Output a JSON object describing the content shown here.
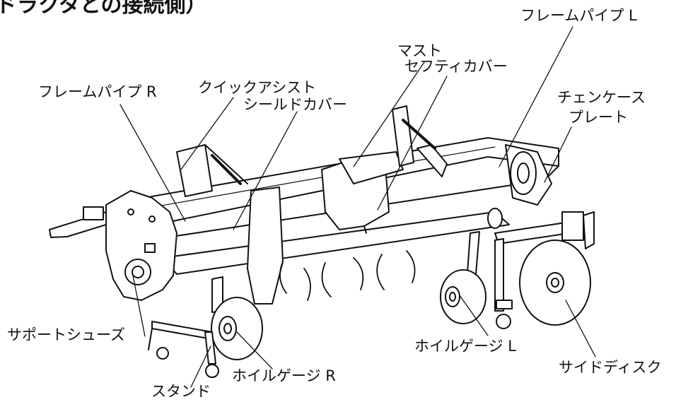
{
  "title": "ドラクタとの接続側）",
  "labels": {
    "frame_pipe_l": "フレームパイプ L",
    "mast": "マスト",
    "quick_assist": "クイックアシスト",
    "safety_cover": "セフティカバー",
    "frame_pipe_r": "フレームパイプ R",
    "shield_cover": "シールドカバー",
    "chain_case_plate_1": "チェンケース",
    "chain_case_plate_2": "プレート",
    "support_shoes": "サポートシューズ",
    "wheel_gauge_l": "ホイルゲージ L",
    "side_disc": "サイドディスク",
    "stand": "スタンド",
    "wheel_gauge_r": "ホイルゲージ R"
  }
}
